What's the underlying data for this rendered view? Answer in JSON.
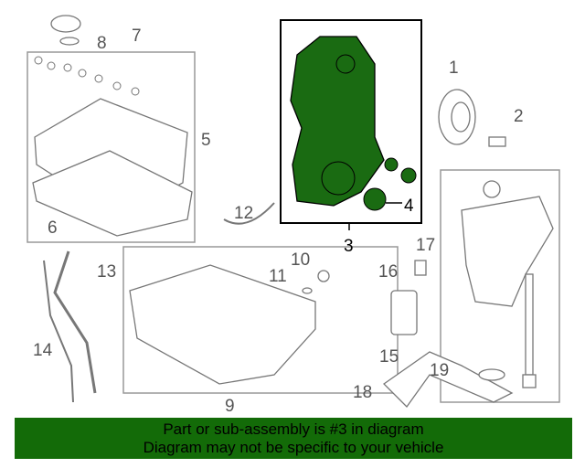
{
  "diagram": {
    "callouts": [
      "1",
      "2",
      "3",
      "4",
      "5",
      "6",
      "7",
      "8",
      "9",
      "10",
      "11",
      "12",
      "13",
      "14",
      "15",
      "16",
      "17",
      "18",
      "19"
    ],
    "highlight_color": "#1a6b12"
  },
  "banner": {
    "line1": "Part or sub-assembly is #3 in diagram",
    "line2": "Diagram may not be specific to your vehicle",
    "color": "#136b08"
  }
}
